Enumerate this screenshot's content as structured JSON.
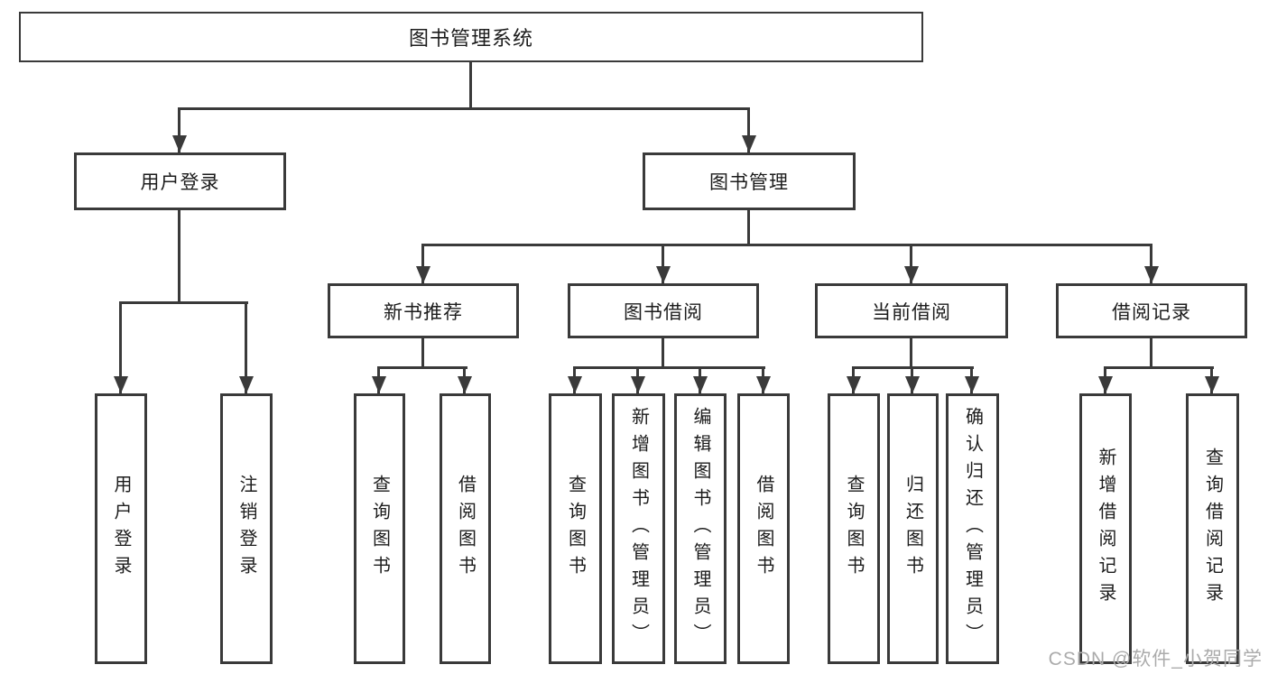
{
  "diagram": {
    "type": "tree",
    "root": {
      "label": "图书管理系统"
    },
    "level2": {
      "user_login": {
        "label": "用户登录",
        "children": {
          "login": "用户登录",
          "logout": "注销登录"
        }
      },
      "book_management": {
        "label": "图书管理",
        "children": {
          "new_book_recommend": {
            "label": "新书推荐",
            "children": {
              "query_books": "查询图书",
              "borrow_books": "借阅图书"
            }
          },
          "book_borrowing": {
            "label": "图书借阅",
            "children": {
              "query_books": "查询图书",
              "add_books": "新增图书（管理员）",
              "edit_books": "编辑图书（管理员）",
              "borrow_books": "借阅图书"
            }
          },
          "current_borrowing": {
            "label": "当前借阅",
            "children": {
              "query_books": "查询图书",
              "return_books": "归还图书",
              "confirm_return": "确认归还（管理员）"
            }
          },
          "borrow_records": {
            "label": "借阅记录",
            "children": {
              "add_borrow_record": "新增借阅记录",
              "query_borrow_record": "查询借阅记录"
            }
          }
        }
      }
    }
  },
  "watermark": {
    "text": "CSDN @软件_小贺同学"
  },
  "colors": {
    "line": "#3a3a3a",
    "text": "#1c1c1c",
    "box_background": "#ffffff",
    "watermark": "#ababab",
    "background": "#ffffff"
  }
}
